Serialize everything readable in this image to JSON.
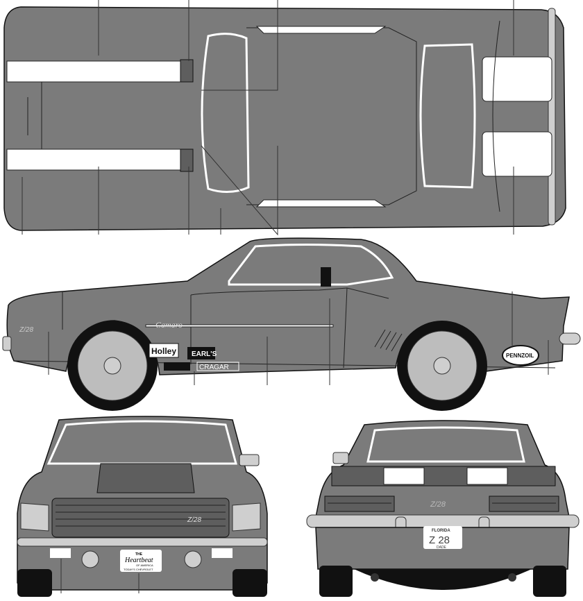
{
  "title": "",
  "colors": {
    "body": "#7b7b7b",
    "stripe": "#ffffff",
    "outline": "#111111",
    "chrome": "#cfcfcf"
  },
  "views": [
    "top",
    "side",
    "front",
    "rear"
  ],
  "decals": {
    "script": "Camaro",
    "holley": "Holley",
    "earls": "EARL'S",
    "cragar": "CRAGAR",
    "pennzoil": "PENNZOIL",
    "badge_side": "Z/28",
    "badge_grille": "Z/28",
    "badge_rear": "Z/28"
  },
  "rear_plate": {
    "state": "FLORIDA",
    "number": "Z 28",
    "county": "DADE"
  },
  "front_plate": {
    "line1": "THE",
    "line2": "Heartbeat",
    "line3": "OF AMERICA",
    "line4": "TODAY'S CHEVROLET"
  }
}
